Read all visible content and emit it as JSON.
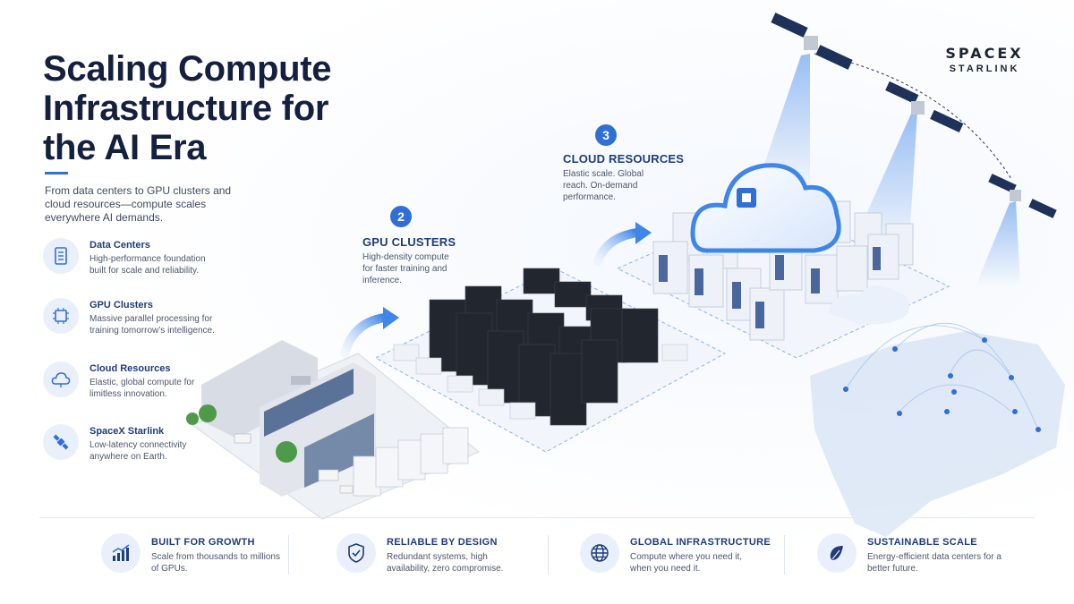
{
  "title": "Scaling Compute Infrastructure for the AI Era",
  "intro": "From data centers to GPU clusters and cloud resources—compute scales everywhere AI demands.",
  "features": [
    {
      "title": "Data Centers",
      "desc": "High-performance foundation built for scale and reliability.",
      "icon": "server-icon"
    },
    {
      "title": "GPU Clusters",
      "desc": "Massive parallel processing for training tomorrow’s intelligence.",
      "icon": "chip-icon"
    },
    {
      "title": "Cloud Resources",
      "desc": "Elastic, global compute for limitless innovation.",
      "icon": "cloud-icon"
    },
    {
      "title": "SpaceX Starlink",
      "desc": "Low-latency connectivity anywhere on Earth.",
      "icon": "satellite-icon"
    }
  ],
  "steps": [
    {
      "num": "2",
      "title": "GPU CLUSTERS",
      "desc": "High-density compute for faster training and inference."
    },
    {
      "num": "3",
      "title": "CLOUD RESOURCES",
      "desc": "Elastic scale. Global reach. On-demand performance."
    }
  ],
  "brand": {
    "line1": "SPACEX",
    "line2": "STARLINK"
  },
  "bottom": [
    {
      "title": "BUILT FOR GROWTH",
      "desc": "Scale from thousands to millions of GPUs.",
      "icon": "growth-chart-icon"
    },
    {
      "title": "RELIABLE BY DESIGN",
      "desc": "Redundant systems, high availability, zero compromise.",
      "icon": "shield-check-icon"
    },
    {
      "title": "GLOBAL INFRASTRUCTURE",
      "desc": "Compute where you need it, when you need it.",
      "icon": "globe-icon"
    },
    {
      "title": "SUSTAINABLE SCALE",
      "desc": "Energy-efficient data centers for a better future.",
      "icon": "leaf-icon"
    }
  ],
  "colors": {
    "accent": "#2f6fd6",
    "heading": "#14203d",
    "subheading": "#1f3d7a",
    "icon_bg": "#e9f0fb"
  }
}
